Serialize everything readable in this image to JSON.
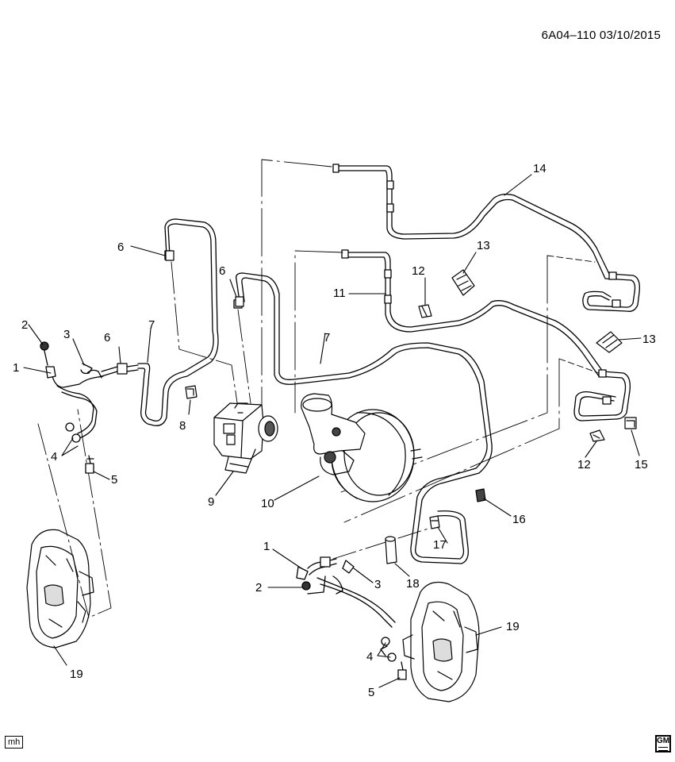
{
  "header": {
    "diagram_code": "6A04–110  03/10/2015"
  },
  "callouts": {
    "c1_left": "1",
    "c2_left": "2",
    "c3_left": "3",
    "c4_left": "4",
    "c5_left": "5",
    "c6_left": "6",
    "c6_mid": "6",
    "c6_upper": "6",
    "c7_left": "7",
    "c7_mid": "7",
    "c8": "8",
    "c9": "9",
    "c10": "10",
    "c11": "11",
    "c12_top": "12",
    "c12_right": "12",
    "c13_top": "13",
    "c13_right": "13",
    "c14": "14",
    "c15": "15",
    "c16": "16",
    "c17": "17",
    "c18": "18",
    "c19_left": "19",
    "c19_right": "19",
    "c1_lower": "1",
    "c2_lower": "2",
    "c3_lower": "3",
    "c4_lower": "4",
    "c5_lower": "5"
  },
  "footer": {
    "author_mark": "mh",
    "brand": "GM"
  },
  "icons": {
    "brand_logo": "gm-logo-icon"
  }
}
